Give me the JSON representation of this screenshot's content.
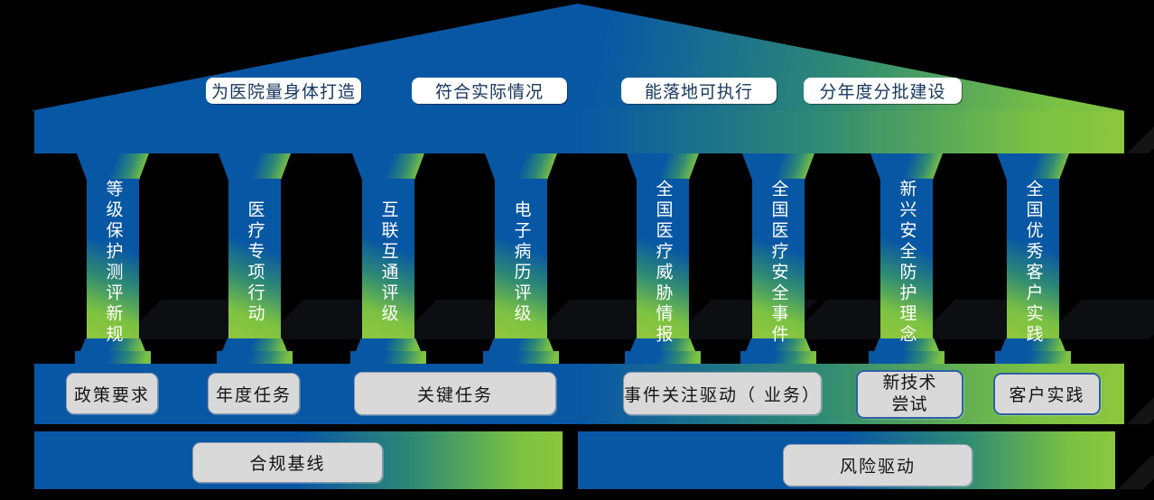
{
  "roof": {
    "labels": [
      "为医院量身体打造",
      "符合实际情况",
      "能落地可执行",
      "分年度分批建设"
    ]
  },
  "pillars": [
    {
      "label": "等级保护测评新规"
    },
    {
      "label": "医疗专项行动"
    },
    {
      "label": "互联互通评级"
    },
    {
      "label": "电子病历评级"
    },
    {
      "label": "全国医疗威胁情报"
    },
    {
      "label": "全国医疗安全事件"
    },
    {
      "label": "新兴安全防护理念"
    },
    {
      "label": "全国优秀客户实践"
    }
  ],
  "base": {
    "labels": [
      "政策要求",
      "年度任务",
      "关键任务",
      "事件关注驱动（ 业务）",
      "新技术\n尝试",
      "客户实践"
    ]
  },
  "foundation": {
    "labels": [
      "合规基线",
      "风险驱动"
    ]
  },
  "colors": {
    "blue": "#0857A4",
    "green": "#7CC242",
    "teal_transition": "#2F8A74",
    "roof_label_text": "#17375E",
    "gray_box_bg": "#D9D9D9",
    "pillar_text": "#FFFFFF",
    "background": "#000000"
  }
}
